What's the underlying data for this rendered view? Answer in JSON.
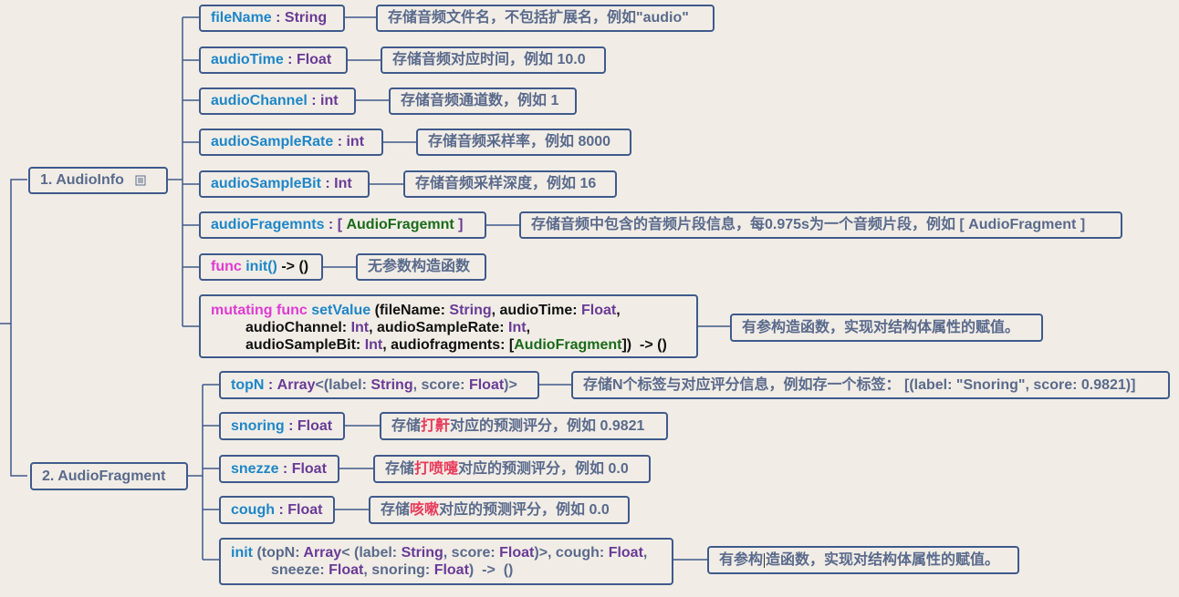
{
  "colors": {
    "background": "#f1ede6",
    "border": "#3f5a8c",
    "field_name": "#1e86c8",
    "type": "#6a3a96",
    "keyword": "#e03ad2",
    "custom_type": "#1a6a1a",
    "description": "#5a6a8c",
    "highlight": "#e83a5a"
  },
  "root1": {
    "label": "1. AudioInfo",
    "icon": "note-icon"
  },
  "root2": {
    "label": "2. AudioFragment"
  },
  "audioinfo": {
    "fileName": {
      "name": "fileName",
      "sep": " : ",
      "type": "String",
      "desc": "存储音频文件名，不包括扩展名，例如\"audio\""
    },
    "audioTime": {
      "name": "audioTime",
      "sep": " : ",
      "type": "Float",
      "desc": "存储音频对应时间，例如 10.0"
    },
    "audioChannel": {
      "name": "audioChannel",
      "sep": " : ",
      "type": "int",
      "desc": "存储音频通道数，例如 1"
    },
    "audioSampleRate": {
      "name": "audioSampleRate",
      "sep": " : ",
      "type": "int",
      "desc": "存储音频采样率，例如 8000"
    },
    "audioSampleBit": {
      "name": "audioSampleBit",
      "sep": " : ",
      "type": "Int",
      "desc": "存储音频采样深度，例如 16"
    },
    "audioFragemnts": {
      "name": "audioFragemnts",
      "sep": " : [ ",
      "type": "AudioFragemnt",
      "close": " ]",
      "desc": "存储音频中包含的音频片段信息，每0.975s为一个音频片段，例如 [ AudioFragment ]"
    },
    "init": {
      "kw": "func",
      "name": "init()",
      "rest": " -> ()",
      "desc": "无参数构造函数"
    },
    "setValue": {
      "kw1": "mutating func",
      "name": "setValue",
      "l1a": " (fileName: ",
      "l1b": "String",
      "l1c": ", audioTime: ",
      "l1d": "Float",
      "l1e": ",",
      "l2a": "audioChannel: ",
      "l2b": "Int",
      "l2c": ", audioSampleRate: ",
      "l2d": "Int",
      "l2e": ",",
      "l3a": "audioSampleBit: ",
      "l3b": "Int",
      "l3c": ", audiofragments: [",
      "l3d": "AudioFragment",
      "l3e": "])  -> ()",
      "desc": "有参构造函数，实现对结构体属性的赋值。"
    }
  },
  "audiofragment": {
    "topN": {
      "name": "topN",
      "sep": " : ",
      "t1": "Array",
      "t2": "<(label: ",
      "t3": "String",
      "t4": ", score: ",
      "t5": "Float",
      "t6": ")>",
      "desc": "存储N个标签与对应评分信息，例如存一个标签： [(label: \"Snoring\", score: 0.9821)]"
    },
    "snoring": {
      "name": "snoring",
      "sep": " : ",
      "type": "Float",
      "desc_a": "存储",
      "desc_hl": "打鼾",
      "desc_b": "对应的预测评分，例如 0.9821"
    },
    "snezze": {
      "name": "snezze",
      "sep": " : ",
      "type": "Float",
      "desc_a": "存储",
      "desc_hl": "打喷嚏",
      "desc_b": "对应的预测评分，例如 0.0"
    },
    "cough": {
      "name": "cough",
      "sep": " : ",
      "type": "Float",
      "desc_a": "存储",
      "desc_hl": "咳嗽",
      "desc_b": "对应的预测评分，例如 0.0"
    },
    "init": {
      "name": "init",
      "l1a": " (topN: ",
      "l1b": "Array",
      "l1c": "< (label: ",
      "l1d": "String",
      "l1e": ", score: ",
      "l1f": "Float",
      "l1g": ")>, cough: ",
      "l1h": "Float",
      "l1i": ",",
      "l2a": "sneeze: ",
      "l2b": "Float",
      "l2c": ", snoring: ",
      "l2d": "Float",
      "l2e": ")  ->  ()",
      "desc_a": "有参构",
      "desc_b": "造函数，实现对结构体属性的赋值。"
    }
  }
}
